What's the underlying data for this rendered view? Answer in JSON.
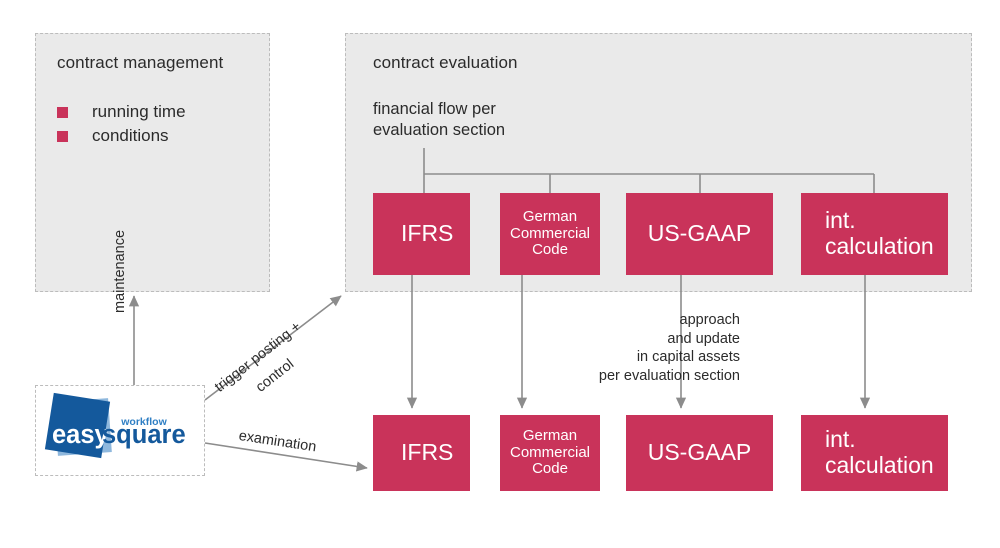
{
  "diagram": {
    "title_visible": false,
    "colors": {
      "accent_red": "#c9335a",
      "panel_grey": "#eaeaea",
      "panel_border": "#bcbcbc",
      "connector_grey": "#8c8c8c",
      "logo_dark_blue": "#14599c",
      "logo_light_blue": "#8fb8dd",
      "text": "#2b2b2b"
    }
  },
  "panels": {
    "contract_management": {
      "title": "contract management",
      "bullets": [
        {
          "label": "running time"
        },
        {
          "label": "conditions"
        }
      ]
    },
    "contract_evaluation": {
      "title": "contract evaluation",
      "caption": "financial flow per\nevaluation section"
    }
  },
  "top_row": [
    {
      "id": "ifrs",
      "label": "IFRS",
      "size": "big"
    },
    {
      "id": "gcc",
      "label": "German\nCommercial\nCode",
      "size": "small"
    },
    {
      "id": "usgaap",
      "label": "US-GAAP",
      "size": "big"
    },
    {
      "id": "intcal",
      "label": "int.\ncalculation",
      "size": "big"
    }
  ],
  "bottom_row": [
    {
      "id": "ifrs",
      "label": "IFRS",
      "size": "big"
    },
    {
      "id": "gcc",
      "label": "German\nCommercial\nCode",
      "size": "small"
    },
    {
      "id": "usgaap",
      "label": "US-GAAP",
      "size": "big"
    },
    {
      "id": "intcal",
      "label": "int.\ncalculation",
      "size": "big"
    }
  ],
  "notes": {
    "approach": "approach\nand update\nin capital assets\nper evaluation section"
  },
  "edges": {
    "maintenance": "maintenance",
    "trigger_posting": "trigger posting +",
    "control": "control",
    "examination": "examination"
  },
  "logo": {
    "word_easy": "easy",
    "word_square": "square",
    "word_workflow": "workflow"
  }
}
